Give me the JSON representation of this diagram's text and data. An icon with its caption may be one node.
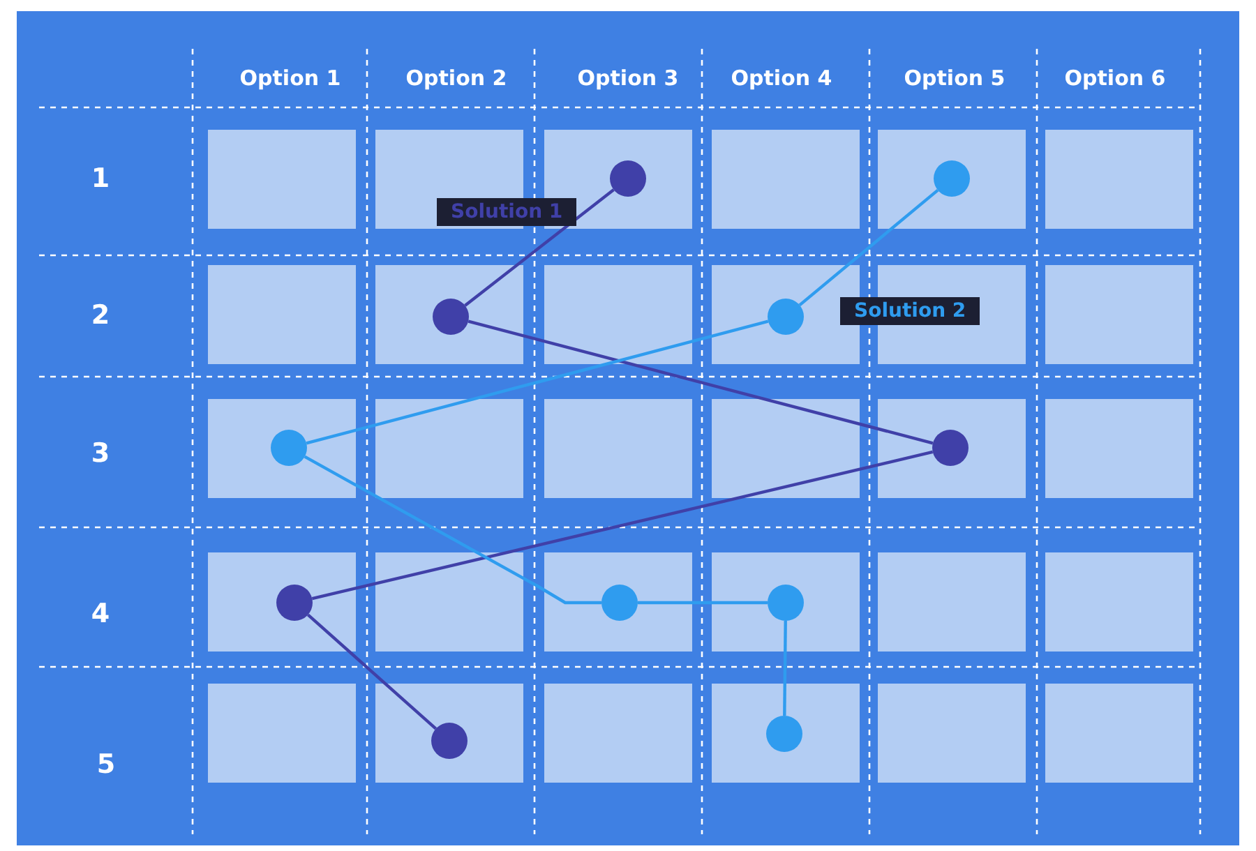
{
  "diagram": {
    "nodes": [
      {
        "text": [],
        "shape": "circle"
      },
      {
        "text": [],
        "shape": "circle"
      },
      {
        "text": [
          "Solution 1"
        ]
      },
      {
        "text": [],
        "shape": "circle"
      },
      {
        "text": [],
        "shape": "circle"
      },
      {
        "text": [
          "Solution 2"
        ]
      },
      {
        "text": [],
        "shape": "circle"
      },
      {
        "text": [],
        "shape": "circle"
      },
      {
        "text": [],
        "shape": "circle"
      },
      {
        "text": [],
        "shape": "circle"
      },
      {
        "text": [],
        "shape": "circle"
      },
      {
        "text": [],
        "shape": "circle"
      },
      {
        "text": [],
        "shape": "circle"
      }
    ],
    "edges": [
      {
        "from": 0,
        "to": 3,
        "arrow": "none",
        "color": "#4040a8"
      },
      {
        "from": 3,
        "to": 7,
        "arrow": "none",
        "color": "#4040a8"
      },
      {
        "from": 7,
        "to": 8,
        "arrow": "none",
        "color": "#4040a8"
      },
      {
        "from": 8,
        "to": 11,
        "arrow": "none",
        "color": "#4040a8"
      },
      {
        "from": 1,
        "to": 4,
        "arrow": "none"
      },
      {
        "from": 4,
        "to": 6,
        "arrow": "none"
      },
      {
        "from": 6,
        "to": 9,
        "arrow": "none"
      },
      {
        "from": 9,
        "to": 10,
        "arrow": "none"
      },
      {
        "from": 10,
        "to": 12,
        "arrow": "none"
      }
    ],
    "labels": [
      "Option 1",
      "Option 2",
      "Option 3",
      "Option 4",
      "Option 5",
      "Option 6",
      "1",
      "2",
      "3",
      "4",
      "5"
    ]
  }
}
